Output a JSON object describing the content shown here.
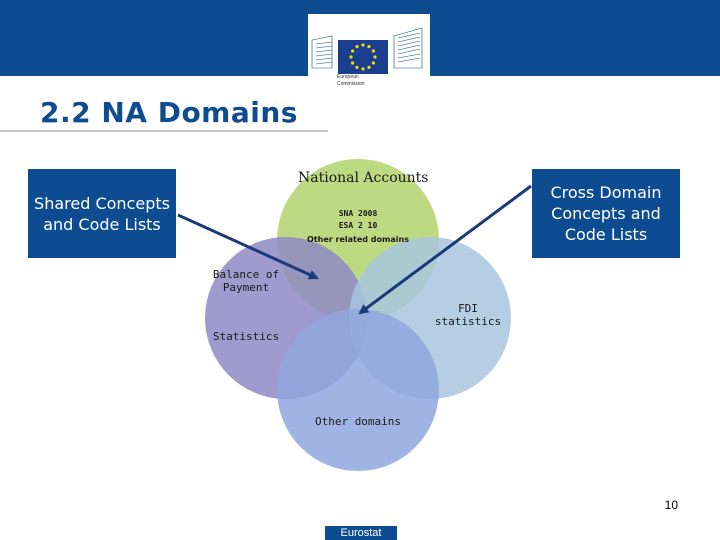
{
  "header": {
    "logo_lines": [
      "European",
      "Commission"
    ]
  },
  "slide": {
    "title": "2.2 NA Domains",
    "page_number": "10",
    "footer": "Eurostat"
  },
  "boxes": {
    "left": "Shared Concepts and Code Lists",
    "right": "Cross Domain Concepts and Code Lists"
  },
  "venn": {
    "national_accounts": "National Accounts",
    "sna": "SNA 2008",
    "esa": "ESA 2 10",
    "other_related": "Other related domains",
    "bop": "Balance of Payment",
    "statistics": "Statistics",
    "fdi": "FDI statistics",
    "other_domains": "Other domains"
  },
  "colors": {
    "brand_blue": "#0e4c92",
    "circle_top": "#b9d77a",
    "circle_left": "#8f88c6",
    "circle_right": "#a8c6df",
    "circle_bottom": "#8ea7dd"
  }
}
